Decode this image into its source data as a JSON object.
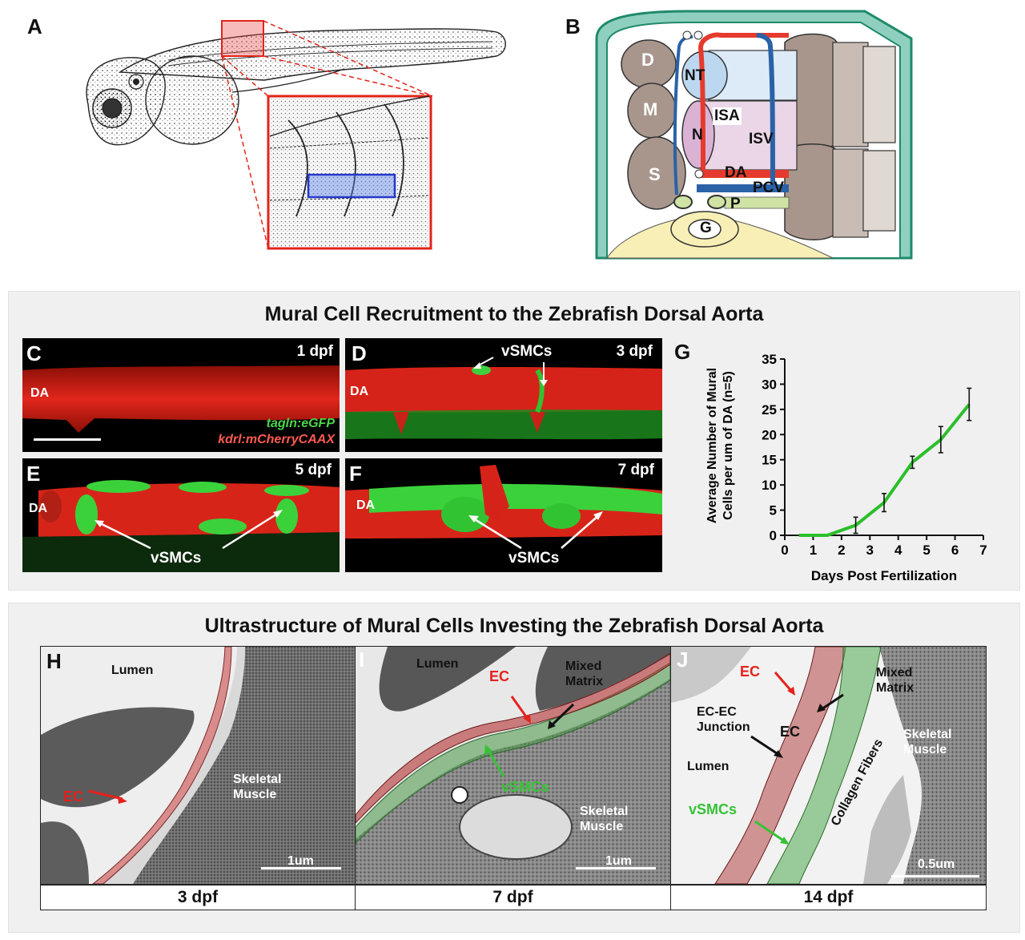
{
  "panels": {
    "A": "A",
    "B": "B",
    "C": "C",
    "D": "D",
    "E": "E",
    "F": "F",
    "G": "G",
    "H": "H",
    "I": "I",
    "J": "J"
  },
  "diagram_labels": {
    "D": "D",
    "M": "M",
    "S": "S",
    "NT": "NT",
    "N": "N",
    "ISA": "ISA",
    "ISV": "ISV",
    "DA": "DA",
    "PCV": "PCV",
    "P": "P",
    "G": "G"
  },
  "section1": {
    "title": "Mural Cell Recruitment to the Zebrafish Dorsal Aorta",
    "c_stage": "1 dpf",
    "d_stage": "3 dpf",
    "e_stage": "5 dpf",
    "f_stage": "7 dpf",
    "da": "DA",
    "vsmcs": "vSMCs",
    "legend_green": "tagln:eGFP",
    "legend_red": "kdrl:mCherryCAAX"
  },
  "chart_data": {
    "type": "line",
    "x": [
      0.5,
      1.5,
      2.5,
      3.5,
      4.5,
      5.5,
      6.5
    ],
    "series": [
      {
        "values": [
          0,
          0,
          2,
          6.5,
          14.5,
          19,
          26
        ],
        "errors": [
          0,
          0,
          1.6,
          1.8,
          1.2,
          2.6,
          3.2
        ]
      }
    ],
    "xlabel": "Days Post Fertilization",
    "ylabel_line1": "Average Number of Mural",
    "ylabel_line2": "Cells per um of DA (n=5)",
    "xlim": [
      0,
      7
    ],
    "ylim": [
      0,
      35
    ],
    "xticks": [
      "0",
      "1",
      "2",
      "3",
      "4",
      "5",
      "6",
      "7"
    ],
    "yticks": [
      "0",
      "5",
      "10",
      "15",
      "20",
      "25",
      "30",
      "35"
    ],
    "line_color": "#2bbf2b"
  },
  "section2": {
    "title": "Ultrastructure of Mural Cells Investing the Zebrafish Dorsal Aorta",
    "lumen": "Lumen",
    "ec": "EC",
    "skeletal": "Skeletal",
    "muscle": "Muscle",
    "mixed": "Mixed",
    "matrix": "Matrix",
    "vsmcs": "vSMCs",
    "junction1": "EC-EC",
    "junction2": "Junction",
    "collagen1": "Collagen",
    "collagen2": "Fibers",
    "scale_h": "1um",
    "scale_i": "1um",
    "scale_j": "0.5um",
    "cap_h": "3 dpf",
    "cap_i": "7 dpf",
    "cap_j": "14 dpf"
  }
}
